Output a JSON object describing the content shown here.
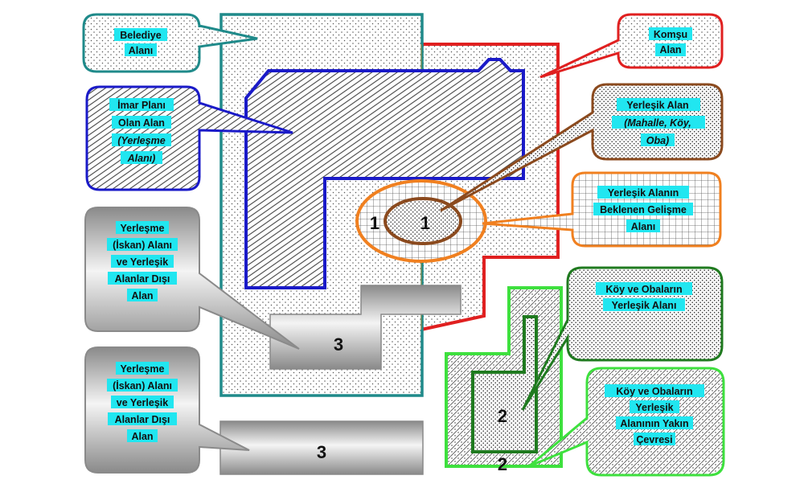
{
  "colors": {
    "municipal_border": "#1f8a8a",
    "neighbor_border": "#e02020",
    "zoning_border": "#1a1ac8",
    "settlement_border": "#8b4a1e",
    "expansion_border": "#f08020",
    "village_border": "#1f7a1f",
    "village_near_border": "#3ee03e",
    "label_highlight": "#21e6f0",
    "callout_gray": "#b4b4b4"
  },
  "callouts": {
    "belediye": [
      "Belediye",
      "Alanı"
    ],
    "komsu": [
      "Komşu",
      "Alan"
    ],
    "imar": [
      "İmar Planı",
      "Olan Alan",
      "(Yerleşme",
      "Alanı)"
    ],
    "yerlesik": [
      "Yerleşik Alan",
      "(Mahalle, Köy,",
      "Oba)"
    ],
    "gelisme": [
      "Yerleşik Alanın",
      "Beklenen Gelişme",
      "Alanı"
    ],
    "dis1": [
      "Yerleşme",
      "(İskan) Alanı",
      "ve Yerleşik",
      "Alanlar Dışı",
      "Alan"
    ],
    "dis2": [
      "Yerleşme",
      "(İskan) Alanı",
      "ve Yerleşik",
      "Alanlar Dışı",
      "Alan"
    ],
    "koy": [
      "Köy ve Obaların",
      "Yerleşik Alanı"
    ],
    "koy_cevre": [
      "Köy ve Obaların",
      "Yerleşik",
      "Alanının Yakın",
      "Çevresi"
    ]
  },
  "numbers": {
    "expansion": "1",
    "settlement": "1",
    "outside_upper": "3",
    "outside_lower": "3",
    "village": "2",
    "village_near": "2"
  }
}
